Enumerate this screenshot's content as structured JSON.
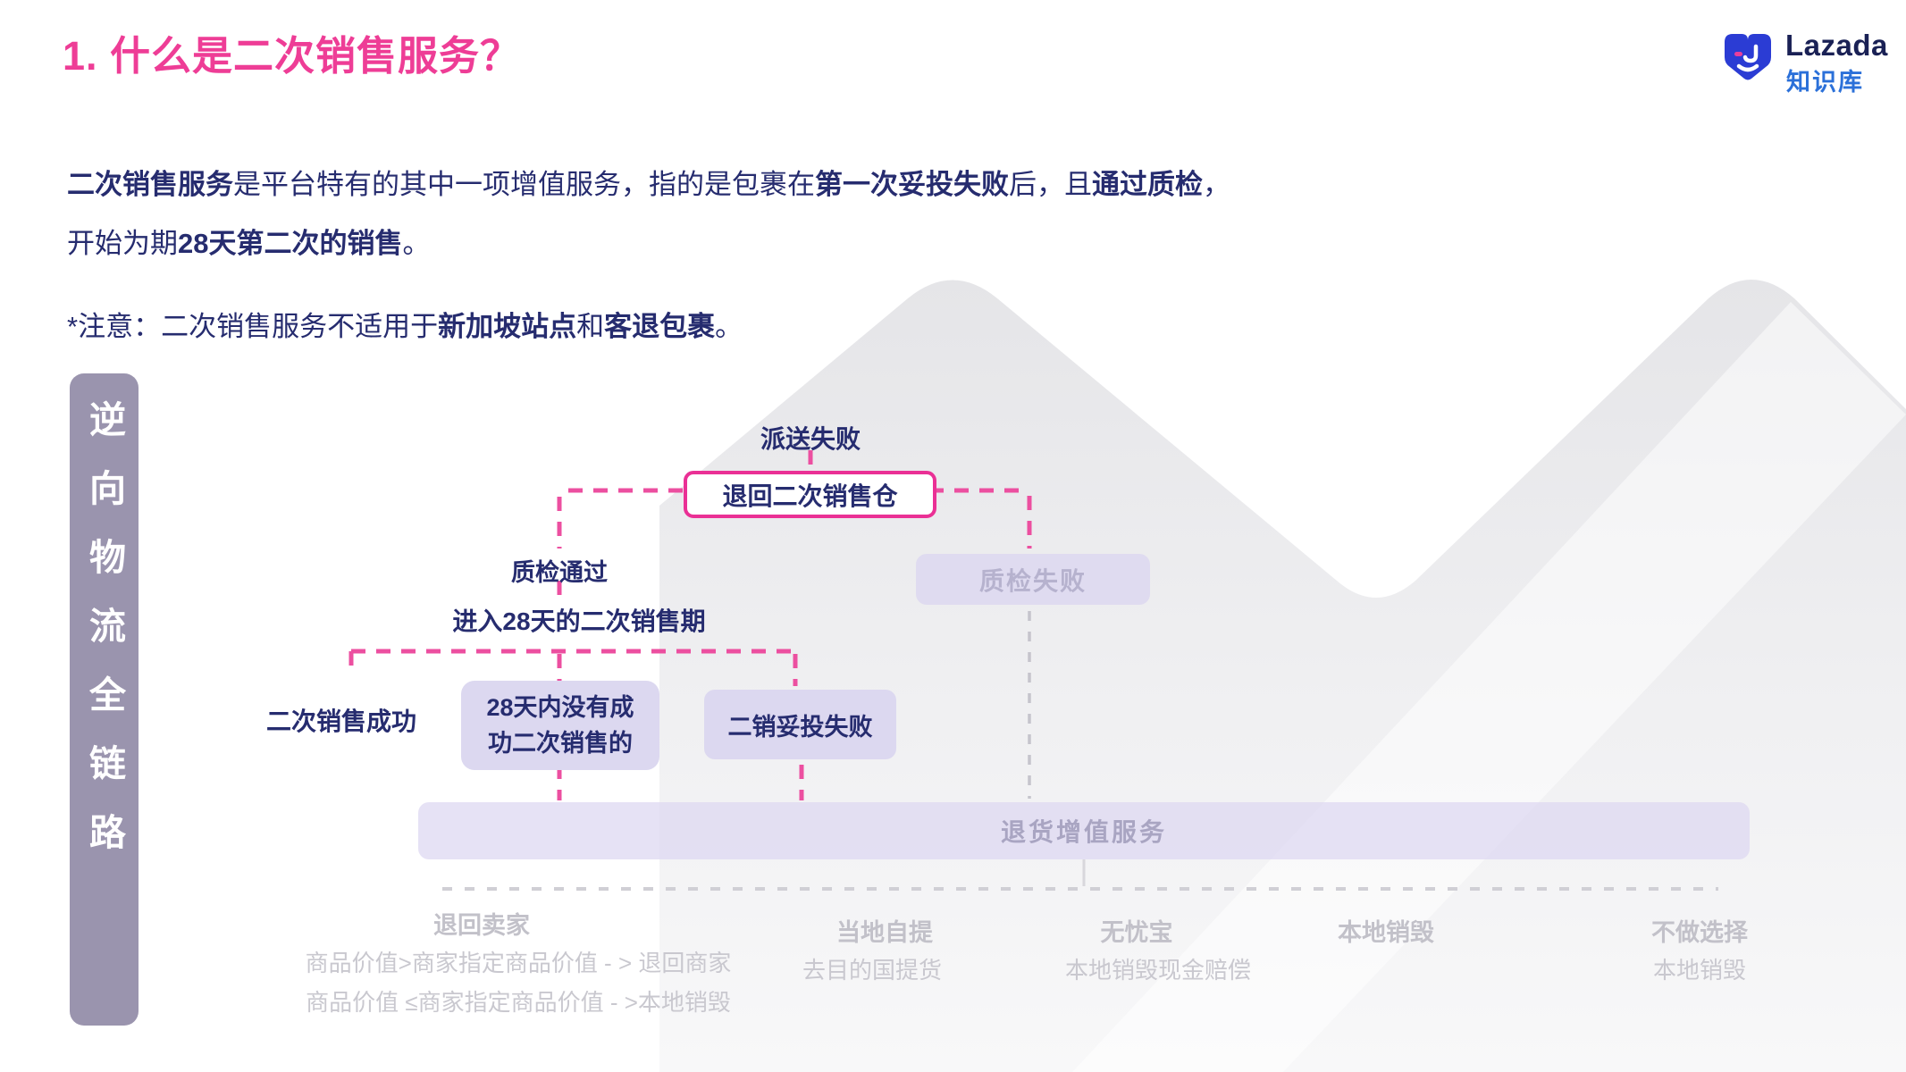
{
  "colors": {
    "accent_pink": "#EE3D96",
    "flow_pink": "#EC4FA0",
    "navy_text": "#262C6F",
    "lavender_box": "#DCD8F0",
    "sidebar_purple": "#9A94AE",
    "muted_gray_text": "#C2C1C9",
    "logo_blue": "#2B3CD4",
    "logo_sub_blue": "#2B70D9"
  },
  "header": {
    "title": "1. 什么是二次销售服务？",
    "logo": {
      "brand": "Lazada",
      "sub": "知识库",
      "icon": "lazada-heart-icon"
    }
  },
  "intro": {
    "p1": {
      "s1": "二次销售服务",
      "s2": "是平台特有的其中一项增值服务，指的是包裹在",
      "s3": "第一次妥投失败",
      "s4": "后，且",
      "s5": "通过质检",
      "s6": "，"
    },
    "p2": {
      "s1": "开始为期",
      "s2": "28天第二次的销售",
      "s3": "。"
    },
    "note": {
      "s1": "*注意：二次销售服务不适用于",
      "s2": "新加坡站点",
      "s3": "和",
      "s4": "客退包裹",
      "s5": "。"
    }
  },
  "flow": {
    "sidebar_label": "逆向物流全链路",
    "delivery_failed": "派送失败",
    "return_warehouse": "退回二次销售仓",
    "qc_pass": "质检通过",
    "enter_28days": "进入28天的二次销售期",
    "qc_fail": "质检失败",
    "resale_success": "二次销售成功",
    "not_sold_28days": {
      "line1": "28天内没有成",
      "line2": "功二次销售的",
      "full": "28天内没有成功二次销售的"
    },
    "resale_delivery_failed": "二销妥投失败",
    "return_vas_bar": "退货增值服务",
    "options": [
      {
        "title": "退回卖家",
        "lines": [
          "商品价值>商家指定商品价值 - > 退回商家",
          "商品价值 ≤商家指定商品价值 - >本地销毁"
        ]
      },
      {
        "title": "当地自提",
        "lines": [
          "去目的国提货"
        ]
      },
      {
        "title": "无忧宝",
        "lines": [
          "本地销毁现金赔偿"
        ]
      },
      {
        "title": "本地销毁",
        "lines": []
      },
      {
        "title": "不做选择",
        "lines": [
          "本地销毁"
        ]
      }
    ]
  }
}
